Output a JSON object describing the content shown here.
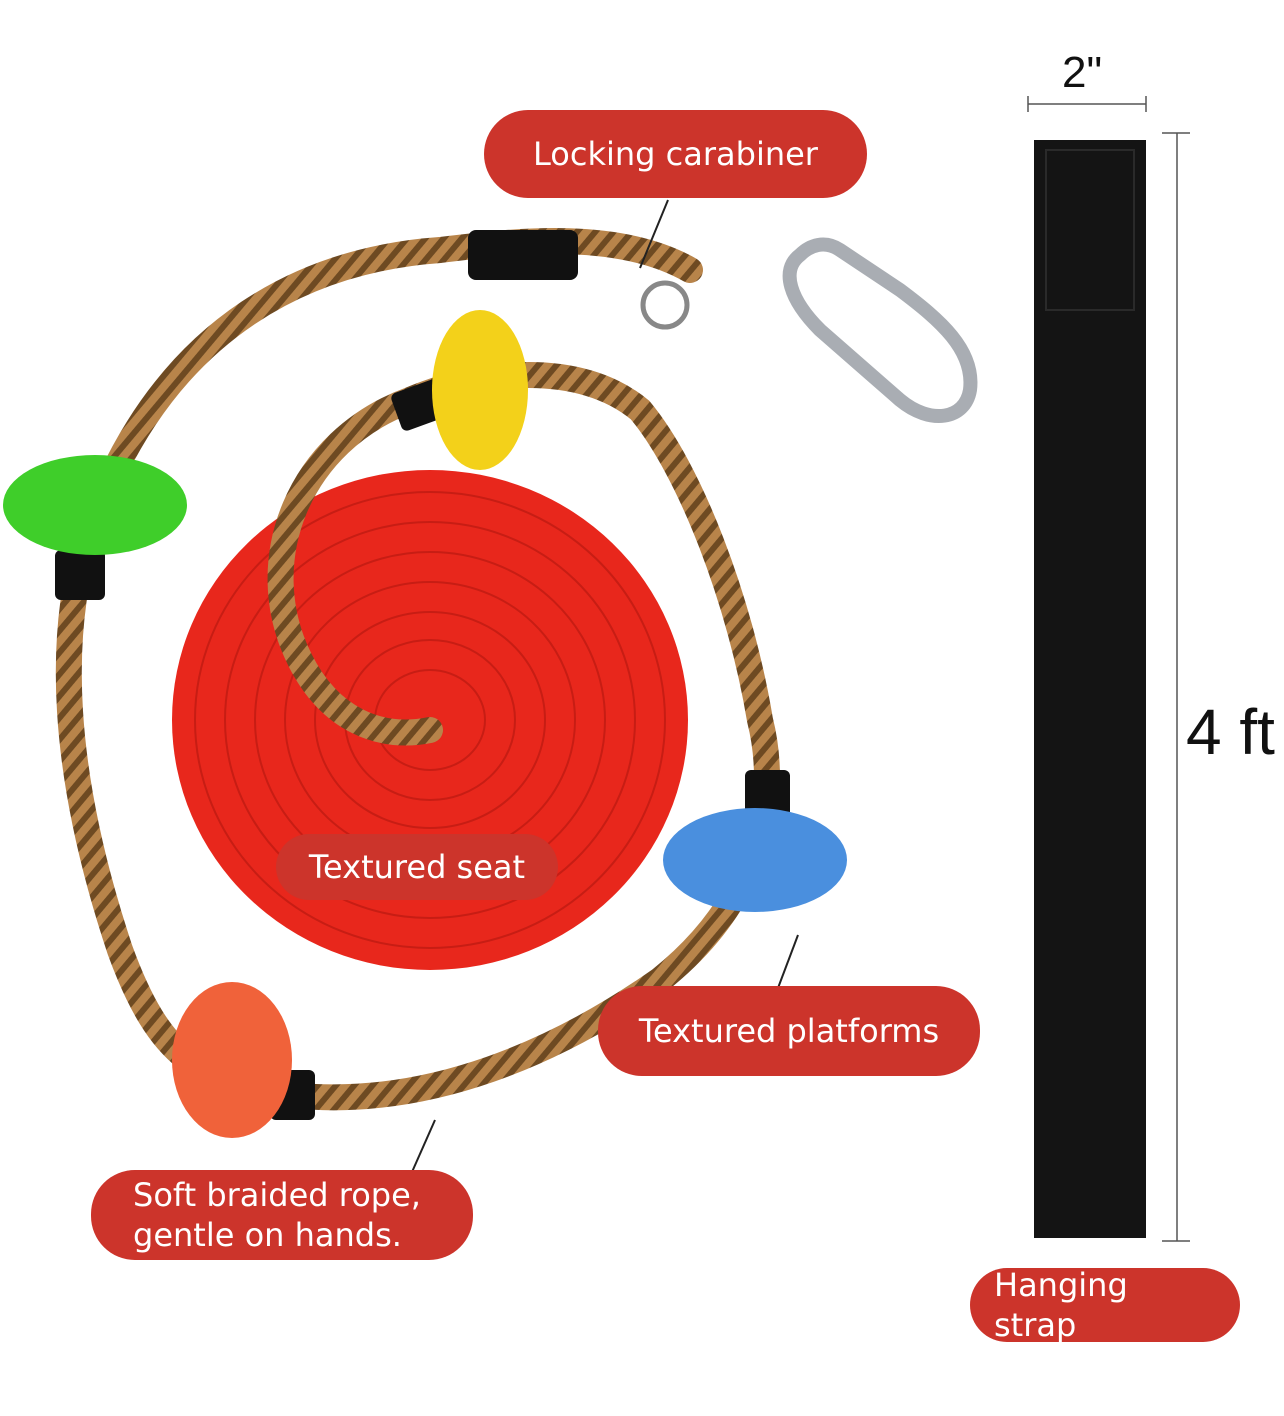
{
  "labels": {
    "carabiner": "Locking carabiner",
    "seat": "Textured seat",
    "platforms": "Textured platforms",
    "rope_line1": "Soft braided rope,",
    "rope_line2": "gentle on hands.",
    "strap": "Hanging strap"
  },
  "dimensions": {
    "width": "2\"",
    "length": "4 ft"
  },
  "colors": {
    "label_bg": "#cc342b",
    "seat": "#ee3124",
    "rope": "#a8743a",
    "strap": "#141414"
  }
}
